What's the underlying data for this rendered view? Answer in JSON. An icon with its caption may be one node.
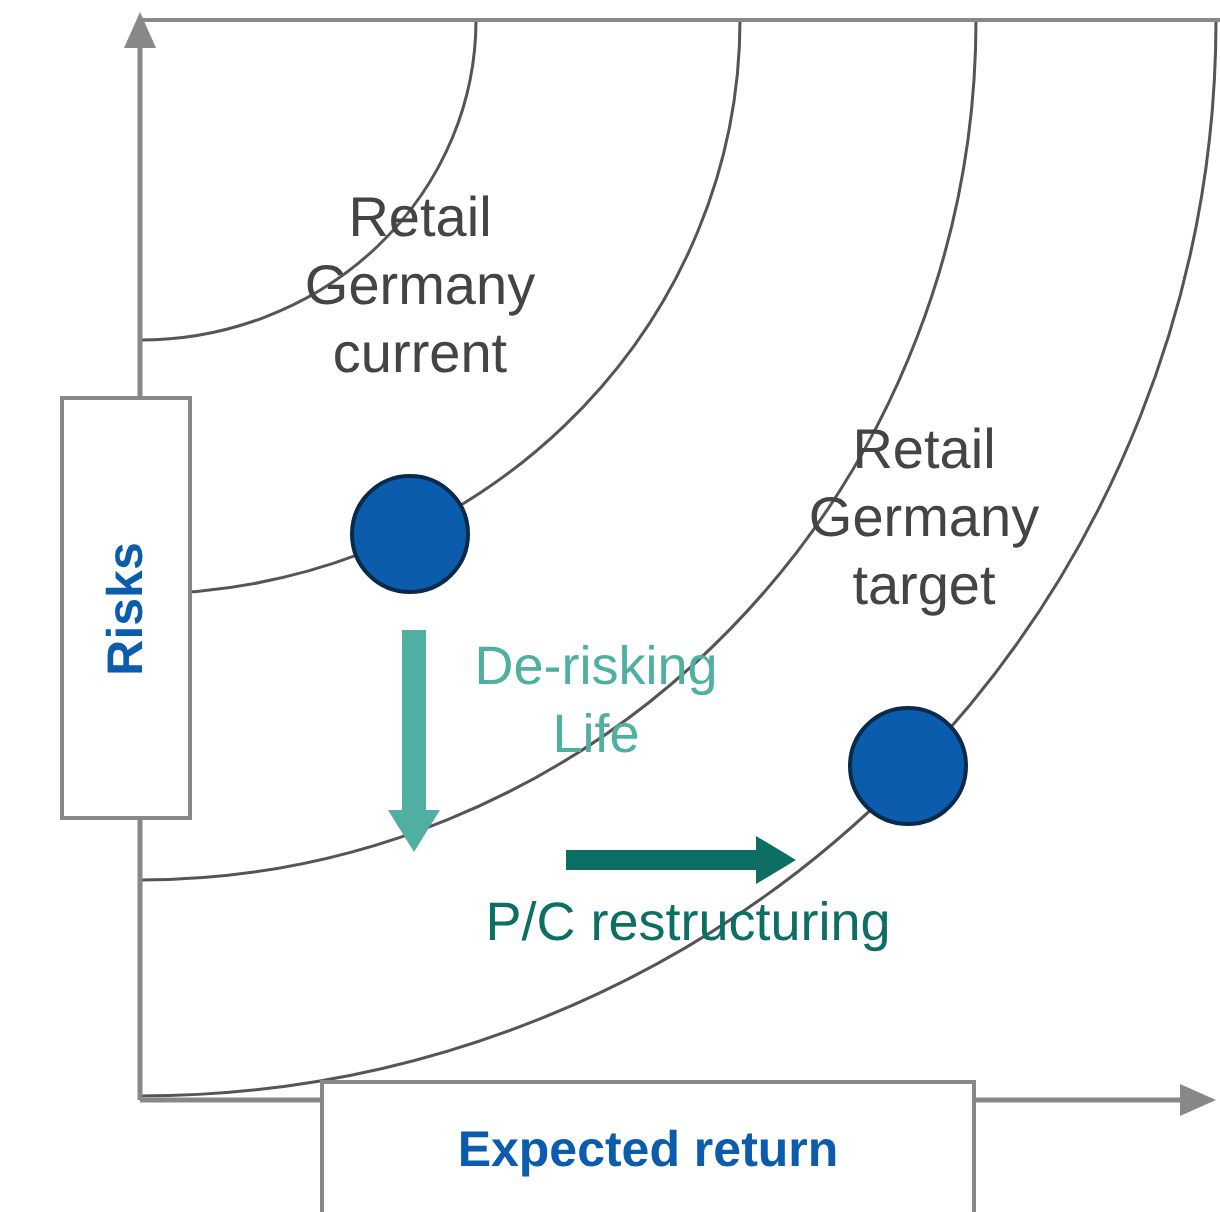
{
  "diagram": {
    "nodes": [
      {
        "text": [
          "Retail Germany current"
        ]
      },
      {
        "text": [
          "Risks"
        ]
      },
      {
        "text": [
          "Retail Germany target"
        ]
      },
      {
        "text": [
          "Expected return"
        ]
      }
    ],
    "labels": [
      "De-risking Life",
      "P/C restructuring"
    ]
  }
}
